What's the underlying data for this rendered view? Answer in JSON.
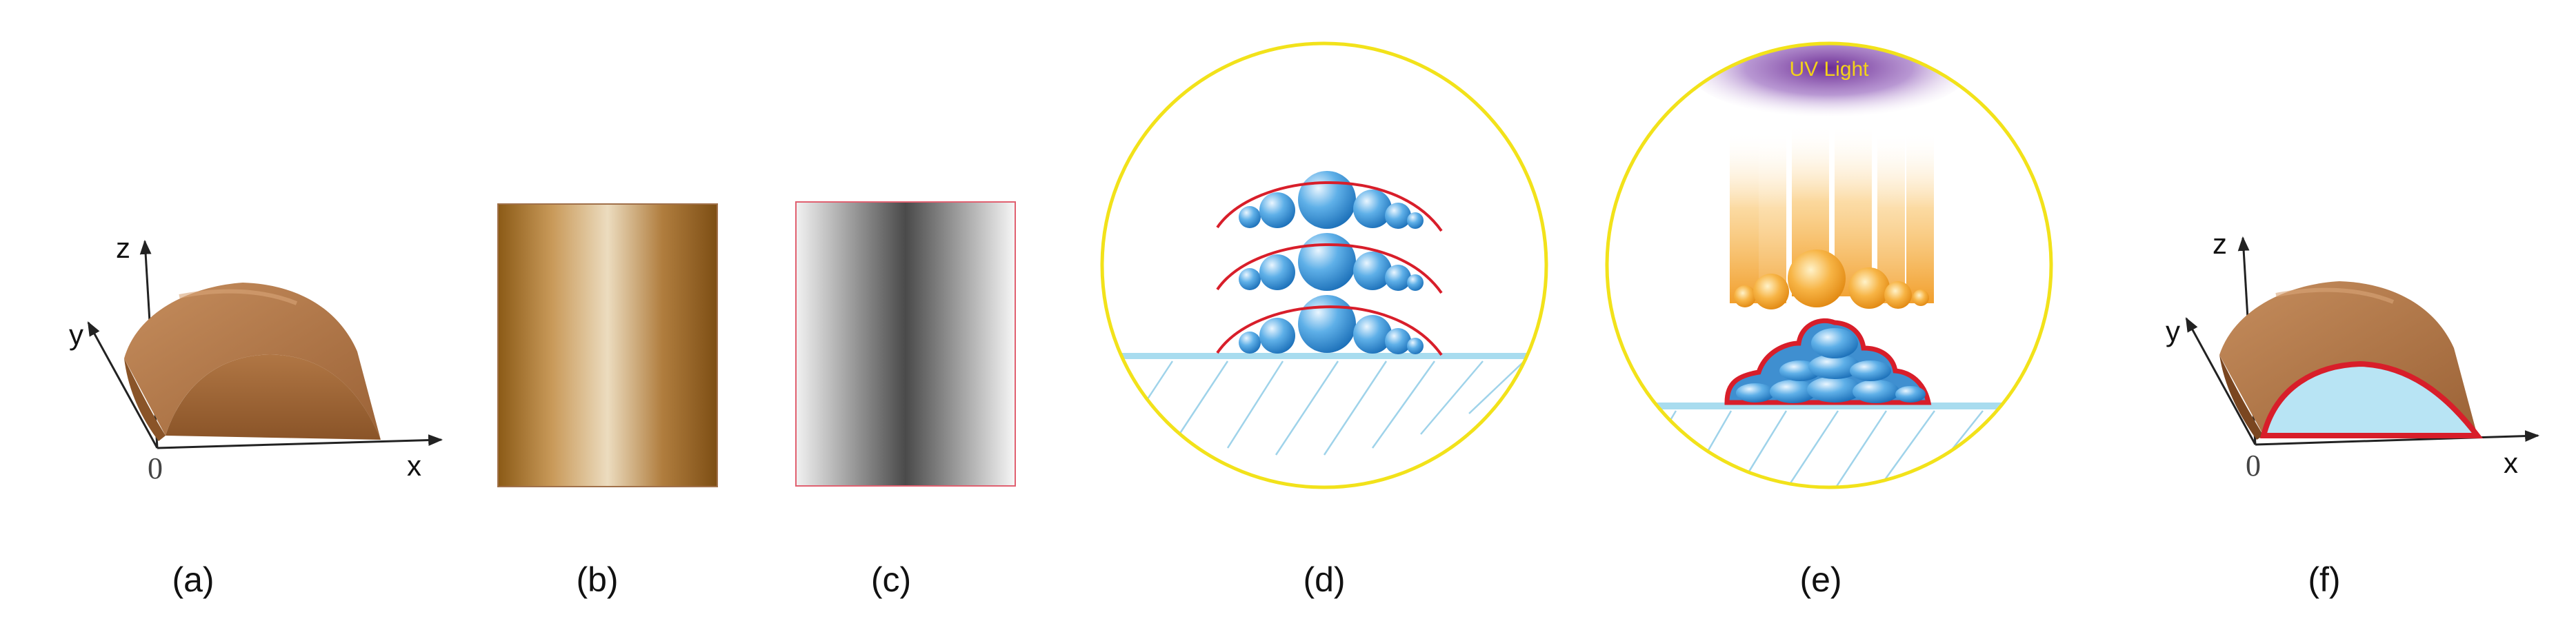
{
  "panels": {
    "a": {
      "label": "(a)",
      "axis_z": "z",
      "axis_y": "y",
      "axis_x": "x",
      "origin": "0"
    },
    "b": {
      "label": "(b)"
    },
    "c": {
      "label": "(c)"
    },
    "d": {
      "label": "(d)"
    },
    "e": {
      "label": "(e)",
      "light_text": "UV Light"
    },
    "f": {
      "label": "(f)",
      "axis_z": "z",
      "axis_y": "y",
      "axis_x": "x",
      "origin": "0"
    }
  },
  "colors": {
    "brown": "#a86a3c",
    "circle_outline": "#f2e21a",
    "droplet_blue": "#3d95d4",
    "curve_red": "#d81e2a",
    "substrate": "#a8dcef",
    "orange": "#f39a1c",
    "uv_purple": "#7a3aa0"
  }
}
